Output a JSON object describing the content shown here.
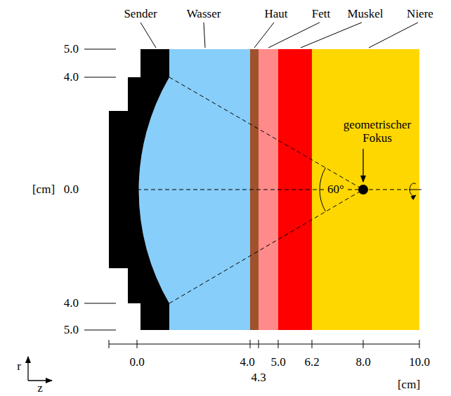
{
  "diagram": {
    "nodes": [
      {
        "text": [
          "Sender"
        ]
      },
      {
        "text": [
          "Wasser"
        ]
      },
      {
        "text": [
          "Haut"
        ]
      },
      {
        "text": [
          "Fett"
        ]
      },
      {
        "text": [
          "Muskel"
        ]
      },
      {
        "text": [
          "Niere"
        ]
      }
    ],
    "labels": [
      "5.0",
      "4.0",
      "[cm]",
      "0.0",
      "4.0",
      "5.0",
      "60°",
      "geometrischer Fokus",
      "r",
      "z",
      "0.0",
      "4.0",
      "4.3",
      "5.0",
      "6.2",
      "8.0",
      "10.0",
      "[cm]"
    ]
  }
}
